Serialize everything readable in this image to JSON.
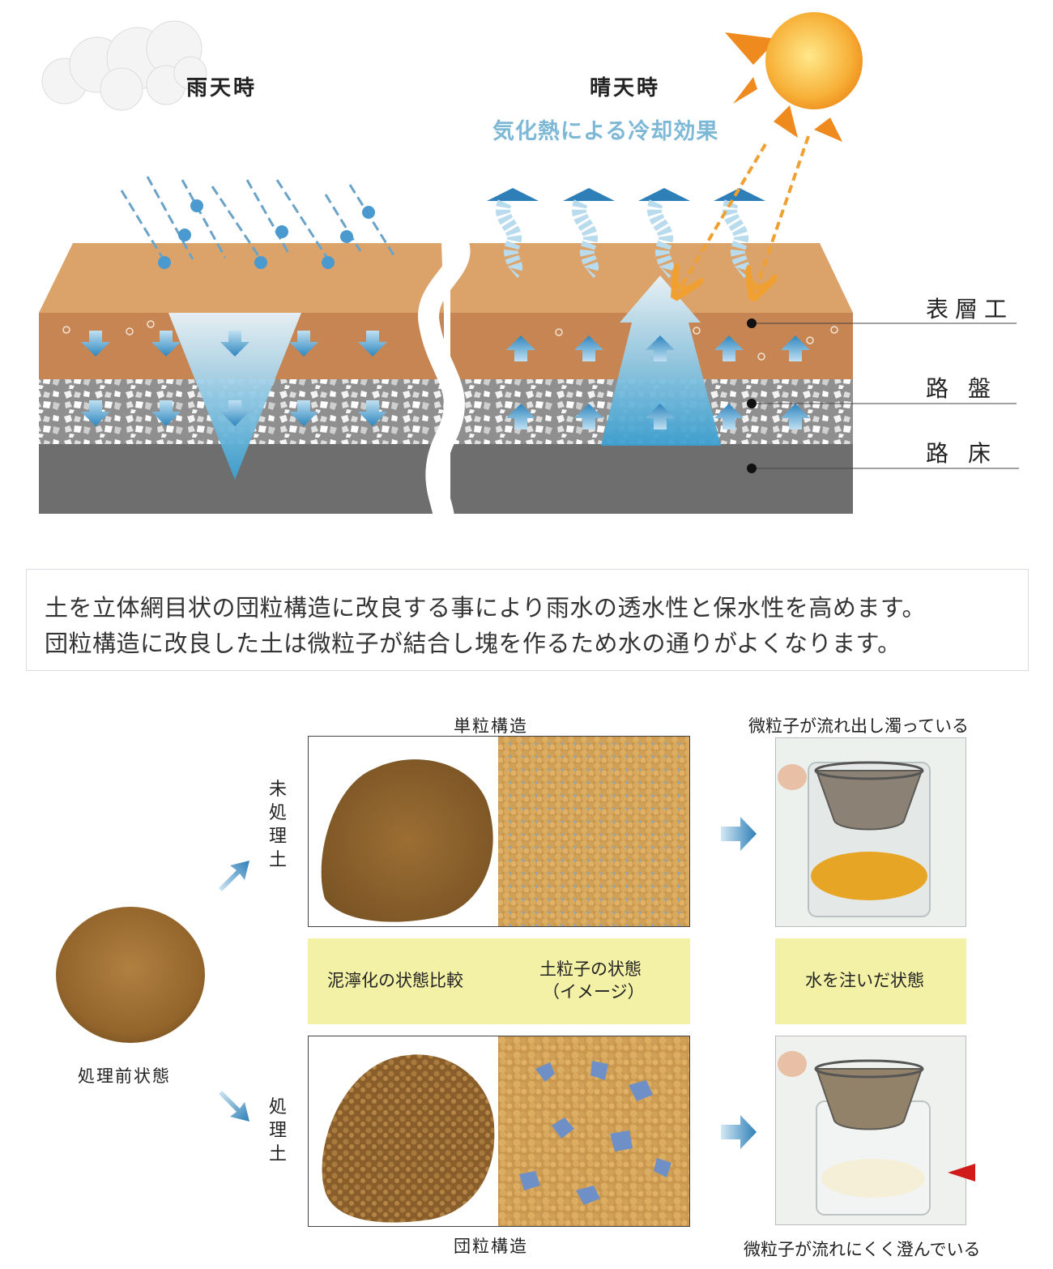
{
  "diagram": {
    "rain_label": "雨天時",
    "sunny_label": "晴天時",
    "cooling_label": "気化熱による冷却効果",
    "layers": [
      "表層工",
      "路盤",
      "路床"
    ]
  },
  "description": {
    "line1": "土を立体網目状の団粒構造に改良する事により雨水の透水性と保水性を高めます。",
    "line2": "団粒構造に改良した土は微粒子が結合し塊を作るため水の通りがよくなります。"
  },
  "comparison": {
    "before_label": "処理前状態",
    "untreated_label": "未処理土",
    "treated_label": "処理土",
    "single_grain": "単粒構造",
    "aggregate": "団粒構造",
    "turbid": "微粒子が流れ出し濁っている",
    "clear": "微粒子が流れにくく澄んでいる",
    "band_mud": "泥濘化の状態比較",
    "band_particle_1": "土粒子の状態",
    "band_particle_2": "（イメージ）",
    "band_water": "水を注いだ状態"
  },
  "colors": {
    "surface_top": "#dba36a",
    "surface_band": "#c68552",
    "gravel": "#9a9a9a",
    "subgrade": "#6e6e6e",
    "water_blue": "#3a9ccb",
    "band_yellow": "#f3f1a6",
    "cool_text": "#7db8d6",
    "sun_arrow": "#f0a030"
  },
  "icons": [
    "cloud-icon",
    "sun-icon",
    "raindrop-icon",
    "arrow-down-icon",
    "arrow-up-icon",
    "wavy-up-arrow-icon",
    "arrow-right-icon",
    "red-pointer-icon"
  ]
}
